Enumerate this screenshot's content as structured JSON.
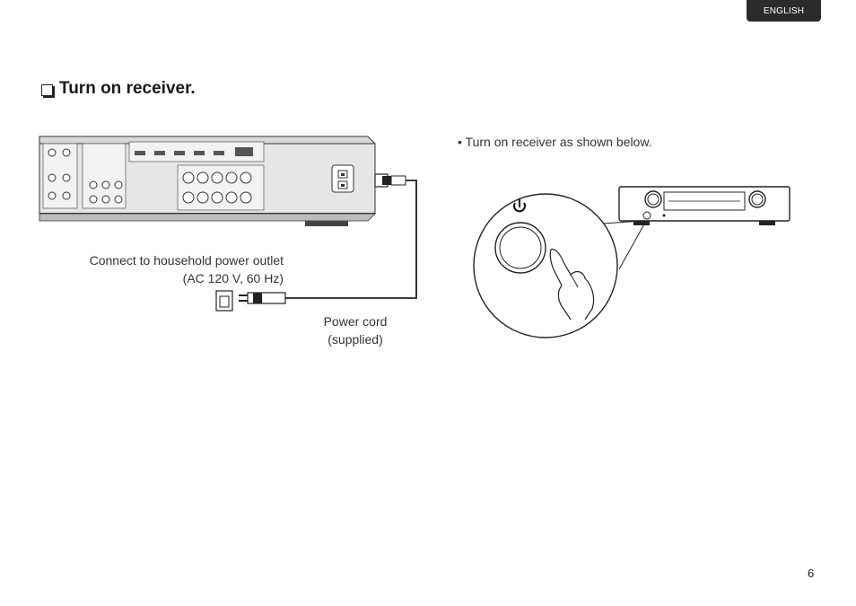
{
  "language_tab": "ENGLISH",
  "heading": "Turn on receiver.",
  "instruction": "• Turn on receiver as shown below.",
  "outlet_caption": {
    "line1": "Connect to household power outlet",
    "line2": "(AC 120 V, 60 Hz)"
  },
  "cord_caption": {
    "line1": "Power cord",
    "line2": "(supplied)"
  },
  "page_number": "6"
}
